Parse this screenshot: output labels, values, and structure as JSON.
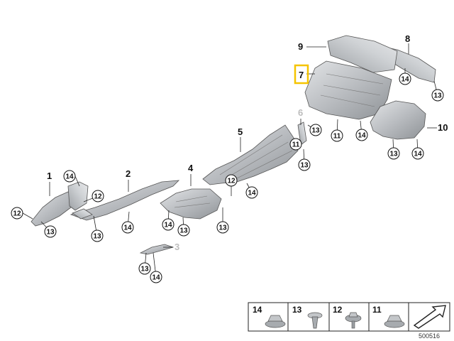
{
  "callouts": {
    "p1": "1",
    "p2": "2",
    "p3": "3",
    "p4": "4",
    "p5": "5",
    "p6": "6",
    "p7": "7",
    "p8": "8",
    "p9": "9",
    "p10": "10"
  },
  "circles": {
    "c1": "14",
    "c2": "12",
    "c3": "12",
    "c4": "13",
    "c5": "13",
    "c6": "14",
    "c7": "14",
    "c8": "13",
    "c9": "12",
    "c10": "14",
    "c11": "13",
    "c12": "13",
    "c13": "11",
    "c14": "13",
    "c15": "11",
    "c16": "14",
    "c17": "13",
    "c18": "14",
    "c19": "14",
    "c20": "13",
    "c21": "13",
    "c22": "14"
  },
  "legend": {
    "l14": "14",
    "l13": "13",
    "l12": "12",
    "l11": "11"
  },
  "doc_number": "500516",
  "colors": {
    "highlight": "#f5c400",
    "part_fill": "#bfc2c5",
    "part_dark": "#8e9296"
  }
}
